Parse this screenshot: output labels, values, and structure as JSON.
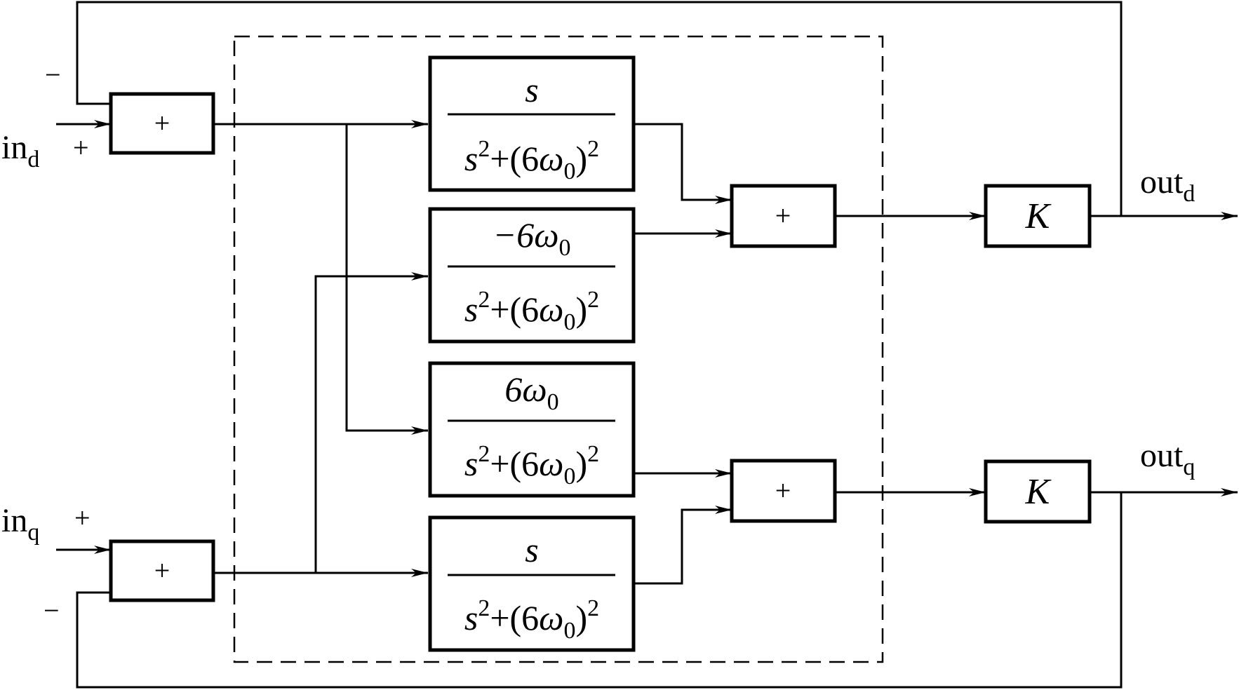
{
  "inputs": {
    "d": {
      "base": "in",
      "sub": "d",
      "sign_top": "−",
      "sign_main": "+"
    },
    "q": {
      "base": "in",
      "sub": "q",
      "sign_main": "+",
      "sign_bottom": "−"
    }
  },
  "outputs": {
    "d": {
      "base": "out",
      "sub": "d"
    },
    "q": {
      "base": "out",
      "sub": "q"
    }
  },
  "summers": {
    "in_d": "+",
    "in_q": "+",
    "mid_d": "+",
    "mid_q": "+"
  },
  "gains": {
    "d": "K",
    "q": "K"
  },
  "tf_blocks": [
    {
      "num": "s",
      "num_italic": true,
      "den": {
        "s": "s",
        "sq": "2",
        "plus": "+",
        "open": "(6",
        "omega": "ω",
        "omega_sub": "0",
        "close": ")",
        "sq2": "2"
      }
    },
    {
      "num": "−6ω",
      "num_sub": "0",
      "den": {
        "s": "s",
        "sq": "2",
        "plus": "+",
        "open": "(6",
        "omega": "ω",
        "omega_sub": "0",
        "close": ")",
        "sq2": "2"
      }
    },
    {
      "num": "6ω",
      "num_sub": "0",
      "den": {
        "s": "s",
        "sq": "2",
        "plus": "+",
        "open": "(6",
        "omega": "ω",
        "omega_sub": "0",
        "close": ")",
        "sq2": "2"
      }
    },
    {
      "num": "s",
      "num_italic": true,
      "den": {
        "s": "s",
        "sq": "2",
        "plus": "+",
        "open": "(6",
        "omega": "ω",
        "omega_sub": "0",
        "close": ")",
        "sq2": "2"
      }
    }
  ]
}
